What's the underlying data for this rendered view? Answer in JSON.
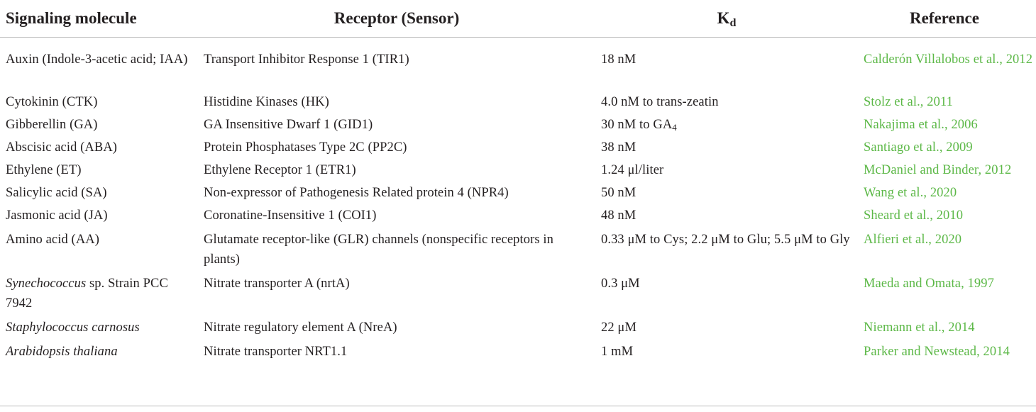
{
  "headers": {
    "signaling_molecule": "Signaling molecule",
    "receptor": "Receptor (Sensor)",
    "kd_main": "K",
    "kd_sub": "d",
    "reference": "Reference"
  },
  "rows": [
    {
      "molecule": "Auxin (Indole-3-acetic acid; IAA)",
      "receptor": "Transport Inhibitor Response 1 (TIR1)",
      "kd": "18 nM",
      "reference": "Calderón Villalobos et al., 2012"
    },
    {
      "molecule": "Cytokinin (CTK)",
      "receptor": "Histidine Kinases (HK)",
      "kd": "4.0 nM to trans-zeatin",
      "reference": "Stolz et al., 2011"
    },
    {
      "molecule": "Gibberellin (GA)",
      "receptor": "GA Insensitive Dwarf 1 (GID1)",
      "kd_prefix": "30 nM to GA",
      "kd_sub": "4",
      "reference": "Nakajima et al., 2006"
    },
    {
      "molecule": "Abscisic acid (ABA)",
      "receptor": "Protein Phosphatases Type 2C (PP2C)",
      "kd": "38 nM",
      "reference": "Santiago et al., 2009"
    },
    {
      "molecule": "Ethylene (ET)",
      "receptor": "Ethylene Receptor 1 (ETR1)",
      "kd": "1.24 μl/liter",
      "reference": "McDaniel and Binder, 2012"
    },
    {
      "molecule": "Salicylic acid (SA)",
      "receptor": "Non-expressor of Pathogenesis Related protein 4 (NPR4)",
      "kd": "50 nM",
      "reference": "Wang et al., 2020"
    },
    {
      "molecule": "Jasmonic acid (JA)",
      "receptor": "Coronatine-Insensitive 1 (COI1)",
      "kd": "48 nM",
      "reference": "Sheard et al., 2010"
    },
    {
      "molecule": "Amino acid (AA)",
      "receptor": "Glutamate receptor-like (GLR) channels (nonspecific receptors in plants)",
      "kd": "0.33 μM to Cys; 2.2 μM to Glu; 5.5 μM to Gly",
      "reference": "Alfieri et al., 2020"
    },
    {
      "molecule_italic": "Synechococcus",
      "molecule_rest": " sp. Strain PCC 7942",
      "receptor": "Nitrate transporter A (nrtA)",
      "kd": "0.3 μM",
      "reference": "Maeda and Omata, 1997"
    },
    {
      "molecule_italic": "Staphylococcus carnosus",
      "receptor": "Nitrate regulatory element A (NreA)",
      "kd": "22 μM",
      "reference": "Niemann et al., 2014"
    },
    {
      "molecule_italic": "Arabidopsis thaliana",
      "receptor": "Nitrate transporter NRT1.1",
      "kd": "1 mM",
      "reference": "Parker and Newstead, 2014"
    }
  ],
  "colors": {
    "reference_link": "#5cb847",
    "text": "#231f20",
    "rule": "#b9b9b9"
  }
}
